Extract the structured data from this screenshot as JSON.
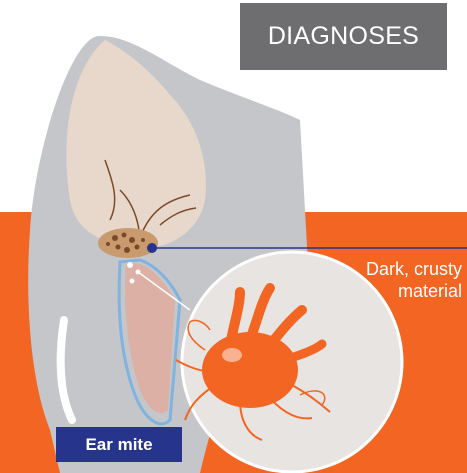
{
  "title_badge": {
    "label": "DIAGNOSES"
  },
  "callout": {
    "lines": [
      "Dark, crusty",
      "material"
    ]
  },
  "label_badge": {
    "label": "Ear mite"
  },
  "colors": {
    "orange": "#f26522",
    "title_badge_bg": "#6e6e70",
    "label_badge_bg": "#26348b",
    "head_gray": "#c4c6c9",
    "ear_skin": "#e8d8cc",
    "canal_pink": "#dcb0a4",
    "canal_blue": "#7fb3e0",
    "magnifier_bg": "#e7e4e2",
    "debris_brown": "#7a4a28",
    "pointer_navy": "#26348b",
    "line_white": "#ffffff"
  },
  "icons": [
    "ear-mite-icon",
    "debris-icon",
    "pointer-dot-icon",
    "magnifier-icon"
  ]
}
